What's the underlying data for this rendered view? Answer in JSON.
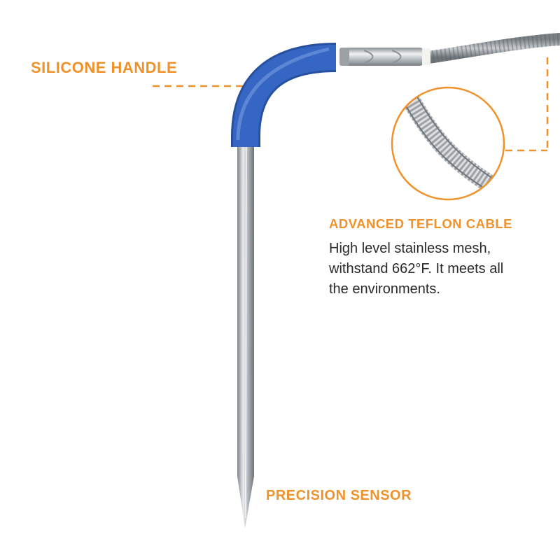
{
  "colors": {
    "accent": "#F0922B",
    "handle": "#3566C4",
    "steel": "#B8BDC2",
    "text": "#2A2A2A"
  },
  "labels": {
    "silicone_handle": "SILICONE HANDLE",
    "precision_sensor": "PRECISION SENSOR",
    "teflon_title": "ADVANCED TEFLON CABLE",
    "teflon_desc_lines": [
      "High level stainless mesh,",
      "withstand 662°F. It meets all",
      "the environments."
    ]
  }
}
